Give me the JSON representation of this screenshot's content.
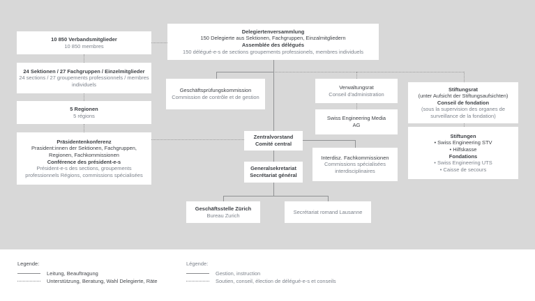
{
  "colors": {
    "background": "#d8d8d8",
    "box": "#ffffff",
    "text_dark": "#3d4045",
    "text_gray": "#7c828b",
    "line": "#8f9193"
  },
  "boxes": {
    "verbandsmitglieder": {
      "lines": [
        {
          "text": "10 850 Verbandsmitglieder"
        },
        {
          "text": "10 850 membres"
        }
      ]
    },
    "sektionen": {
      "lines": [
        {
          "text": "24 Sektionen / 27 Fachgruppen / Einzelmitglieder"
        },
        {
          "text": "24 sections / 27 groupements professionnels / membres individuels"
        }
      ]
    },
    "regionen": {
      "lines": [
        {
          "text": "5 Regionen"
        },
        {
          "text": "5 régions"
        }
      ]
    },
    "praesidentenkonferenz": {
      "lines": [
        {
          "text": "Präsidentenkonferenz"
        },
        {
          "text": "Prasident:innen der Sektionen, Fachgruppen, Regionen, Fachkommissionen"
        },
        {
          "text": "Conférence des président-e-s"
        },
        {
          "text": "Président-e-s des sections, groupements professionnels Régions, commissions spécialisées"
        }
      ]
    },
    "delegiertenversammlung": {
      "lines": [
        {
          "text": "Delegiertenversammlung"
        },
        {
          "text": "150 Delegierte aus Sektionen, Fachgruppen, Einzalmitgliedern"
        },
        {
          "text": "Assemblée des délégués"
        },
        {
          "text": "150 délégué-e-s de sections groupements professionels, membres individuels"
        }
      ]
    },
    "geschaeftspruefungskommission": {
      "lines": [
        {
          "text": "Geschäftsprüfungskommission"
        },
        {
          "text": "Commission de contrôle et de gestion"
        }
      ]
    },
    "zentralvorstand": {
      "lines": [
        {
          "text": "Zentralvorstand"
        },
        {
          "text": "Comité central"
        }
      ]
    },
    "generalsekretariat": {
      "lines": [
        {
          "text": "Generalsekretariat"
        },
        {
          "text": "Secrétariat général"
        }
      ]
    },
    "geschaeftsstelle_zuerich": {
      "lines": [
        {
          "text": "Geschäftsstelle Zürich"
        },
        {
          "text": "Bureau Zurich"
        }
      ]
    },
    "secretariat_lausanne": {
      "lines": [
        {
          "text": "Secrétariat romand Lausanne"
        }
      ]
    },
    "verwaltungsrat": {
      "lines": [
        {
          "text": "Verwaltungsrat"
        },
        {
          "text": "Conseil d'administration"
        }
      ]
    },
    "media_ag": {
      "lines": [
        {
          "text": "Swiss Engineering Media AG"
        }
      ]
    },
    "fachkommissionen": {
      "lines": [
        {
          "text": "Interdisz. Fachkommissionen"
        },
        {
          "text": "Commissions spécialisées interdisciplinaires"
        }
      ]
    },
    "stiftungsrat": {
      "lines": [
        {
          "text": "Stiftungsrat"
        },
        {
          "text": "(unter Aufsicht der Stiftungsaufsichten)"
        },
        {
          "text": "Conseil de fondation"
        },
        {
          "text": "(sous la supervision des organes de surveillance de la fondation)"
        }
      ]
    },
    "stiftungen": {
      "lines": [
        {
          "text": "Stiftungen"
        },
        {
          "text": "• Swiss Engineering STV"
        },
        {
          "text": "• Hilfskasse"
        },
        {
          "text": "Fondations"
        },
        {
          "text": "• Swiss Engineering UTS"
        },
        {
          "text": "• Caisse de secours"
        }
      ]
    }
  },
  "legend_de": {
    "title": "Legende:",
    "solid": "Leitung, Beauftragung",
    "dotted": "Unterstützung, Beratung, Wahl Delegierte, Räte"
  },
  "legend_fr": {
    "title": "Légende:",
    "solid": "Gestion, instruction",
    "dotted": "Soutien, conseil, élection de délégué-e-s et conseils"
  }
}
